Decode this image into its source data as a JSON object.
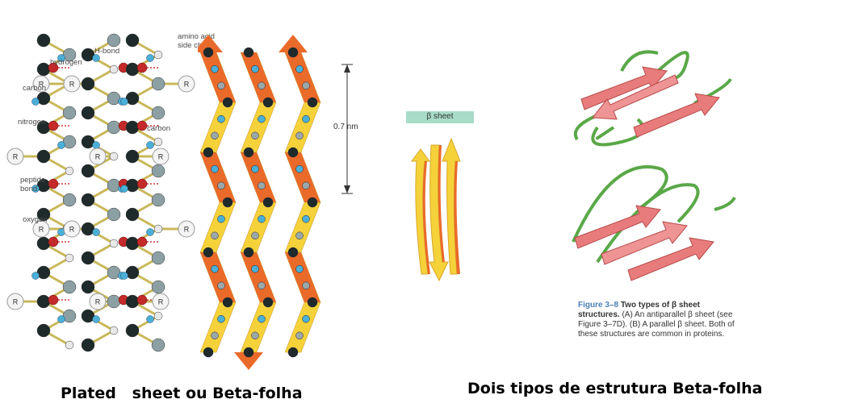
{
  "left_panel": {
    "labels": {
      "amino_acid_side_chain": "amino acid\nside chain",
      "h_bond": "H-bond",
      "hydrogen": "hydrogen",
      "carbon_left": "carbon",
      "nitrogen": "nitrogen",
      "carbon_right": "carbon",
      "peptide_bond": "peptide\nbond",
      "oxygen": "oxygen",
      "r_group": "R"
    },
    "measurement": "0.7 nm"
  },
  "middle_panel": {
    "badge": "β sheet"
  },
  "right_panel": {
    "figure_number": "Figure 3–8",
    "figure_title": "Two types of β sheet structures.",
    "figure_body": "(A) An antiparallel β sheet (see Figure 3–7D). (B) A parallel β sheet. Both of these structures are common in proteins."
  },
  "captions": {
    "left": "Plated   sheet ou Beta-folha",
    "right": "Dois tipos de estrutura Beta-folha"
  },
  "colors": {
    "carbon": "#1f2a2a",
    "nitrogen": "#4ab0d8",
    "oxygen": "#c42a2a",
    "hydrogen": "#e8e8e8",
    "ribbon_yellow": "#f5d23a",
    "ribbon_orange": "#ea6a2a",
    "arrow_pink": "#e87c7c",
    "loop_green": "#5aa848",
    "badge_teal": "#a8dcc8"
  }
}
